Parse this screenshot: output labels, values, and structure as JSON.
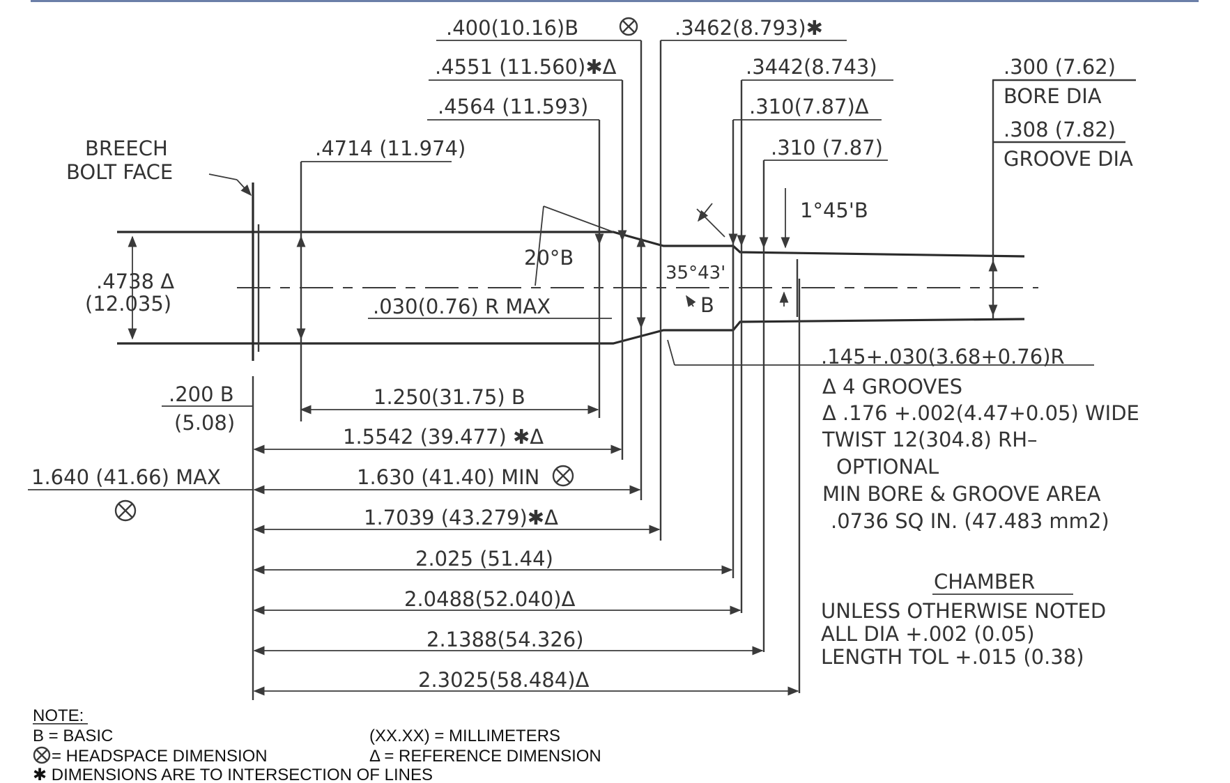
{
  "labels": {
    "breech_line1": "BREECH",
    "breech_line2": "BOLT FACE",
    "d_4714": ".4714 (11.974)",
    "d_4564": ".4564 (11.593)",
    "d_4551": ".4551 (11.560)✱Δ",
    "d_400": ".400(10.16)B",
    "d_3462": ".3462(8.793)✱",
    "d_3442": ".3442(8.743)",
    "d_310a": ".310(7.87)Δ",
    "d_310b": ".310 (7.87)",
    "bore_val": ".300 (7.62)",
    "bore_lbl": "BORE DIA",
    "groove_val": ".308 (7.82)",
    "groove_lbl": "GROOVE DIA",
    "angle_145": "1°45'B",
    "angle_20": "20°B",
    "angle_3543": "35°43'",
    "basic_b": "B",
    "dia_4738": ".4738 Δ",
    "dia_4738_mm": "(12.035)",
    "radius_030": ".030(0.76) R MAX",
    "radius_145": ".145+.030(3.68+0.76)R",
    "len_200": ".200 B",
    "len_200_mm": "(5.08)",
    "len_1250": "1.250(31.75) B",
    "len_15542": "1.5542 (39.477) ✱Δ",
    "len_1640": "1.640 (41.66) MAX",
    "len_1630": "1.630 (41.40) MIN",
    "len_17039": "1.7039 (43.279)✱Δ",
    "len_2025": "2.025 (51.44)",
    "len_20488": "2.0488(52.040)Δ",
    "len_21388": "2.1388(54.326)",
    "len_23025": "2.3025(58.484)Δ"
  },
  "spec": {
    "line1": "Δ 4 GROOVES",
    "line2": "Δ .176 +.002(4.47+0.05) WIDE",
    "line3": "TWIST 12(304.8) RH–",
    "line4": "OPTIONAL",
    "line5": "MIN BORE & GROOVE AREA",
    "line6": ".0736 SQ IN. (47.483 mm2)"
  },
  "chamber": {
    "title": "CHAMBER",
    "line1": "UNLESS OTHERWISE NOTED",
    "line2": "ALL DIA +.002 (0.05)",
    "line3": "LENGTH TOL +.015 (0.38)"
  },
  "notes": {
    "title": "NOTE:",
    "basic": "B = BASIC",
    "mm": "(XX.XX) = MILLIMETERS",
    "headspace": "= HEADSPACE DIMENSION",
    "reference": "Δ = REFERENCE DIMENSION",
    "intersection": "✱ DIMENSIONS ARE TO INTERSECTION OF LINES"
  },
  "icons": {
    "headspace_symbol": "crossed-circle-icon"
  }
}
